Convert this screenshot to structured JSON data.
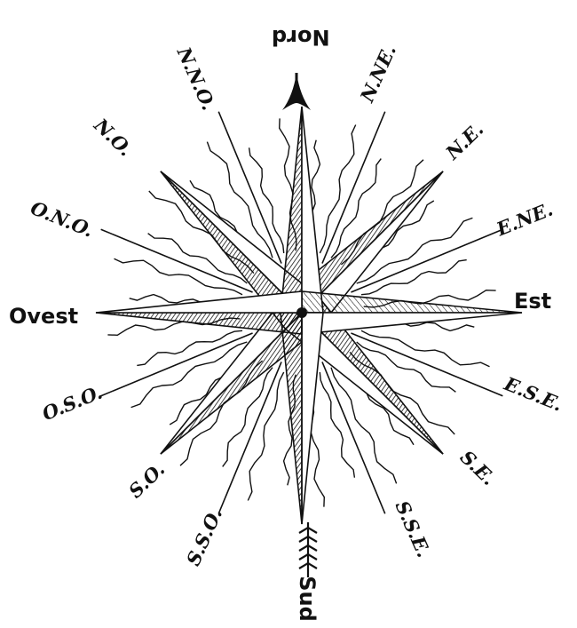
{
  "labels": {
    "n": "Nord",
    "nne": "N.NE.",
    "ne": "N.E.",
    "ene": "E.NE.",
    "e": "Est",
    "ese": "E.S.E.",
    "se": "S.E.",
    "sse": "S.S.E.",
    "s": "Sud",
    "sso": "S.S.O.",
    "so": "S.O.",
    "oso": "O.S.O.",
    "o": "Ovest",
    "ono": "O.N.O.",
    "no": "N.O.",
    "nno": "N.N.O."
  },
  "colors": {
    "ink": "#111111",
    "paper": "#ffffff"
  }
}
